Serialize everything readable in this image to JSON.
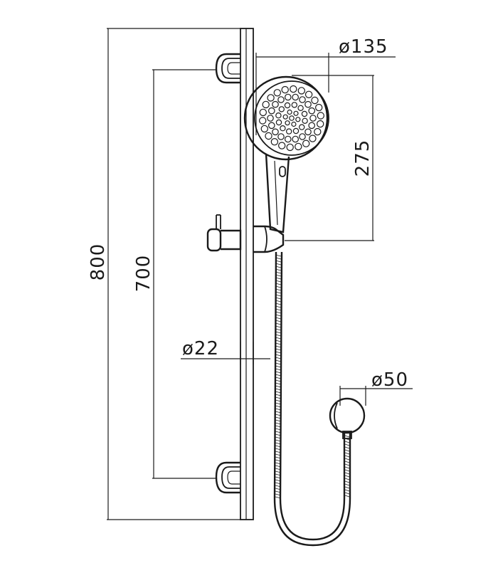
{
  "dimensions": {
    "head_diameter": "ø135",
    "handset_height": "275",
    "rail_length": "800",
    "bracket_spacing": "700",
    "rail_diameter": "ø22",
    "outlet_diameter": "ø50"
  },
  "colors": {
    "line": "#1a1a1a",
    "background": "#ffffff"
  }
}
